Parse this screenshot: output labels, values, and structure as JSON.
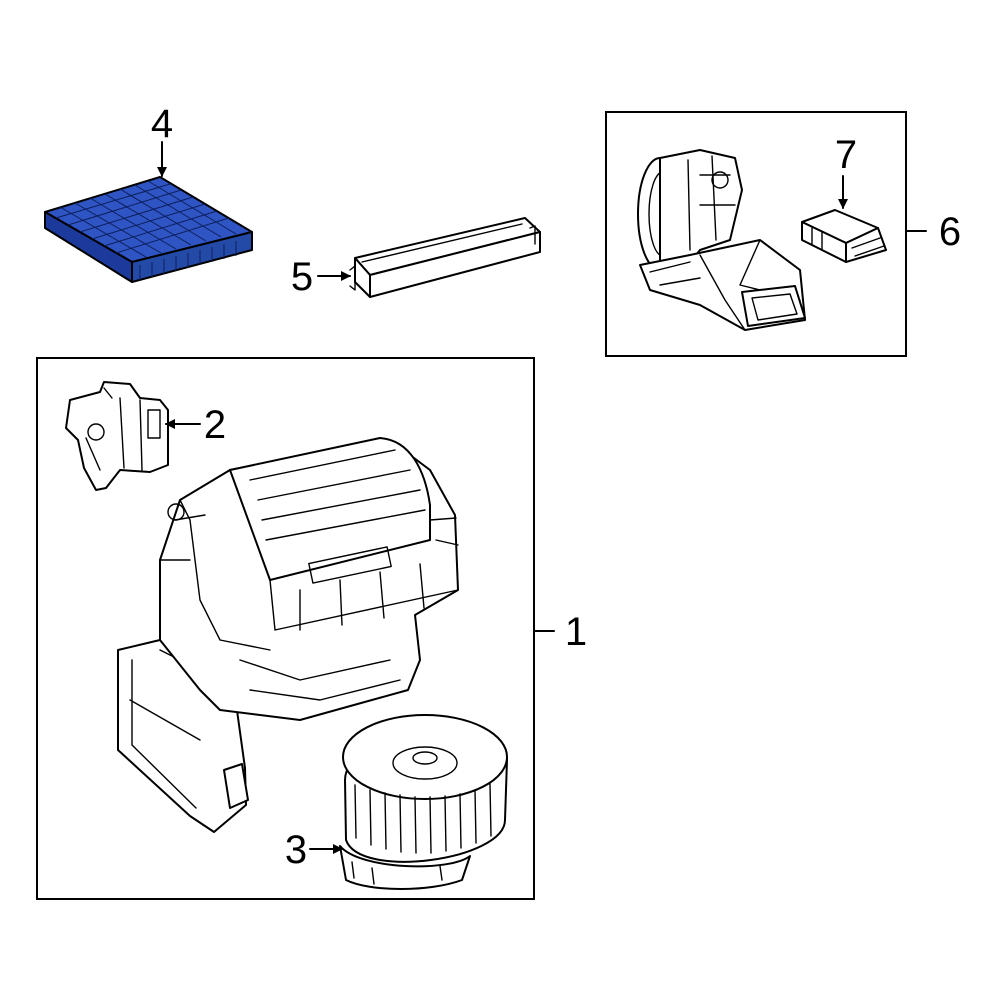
{
  "callouts": {
    "c1": "1",
    "c2": "2",
    "c3": "3",
    "c4": "4",
    "c5": "5",
    "c6": "6",
    "c7": "7"
  },
  "colors": {
    "highlight": "#2f55c4",
    "highlight_dark": "#1c3a9c",
    "line": "#000000",
    "background": "#ffffff"
  }
}
